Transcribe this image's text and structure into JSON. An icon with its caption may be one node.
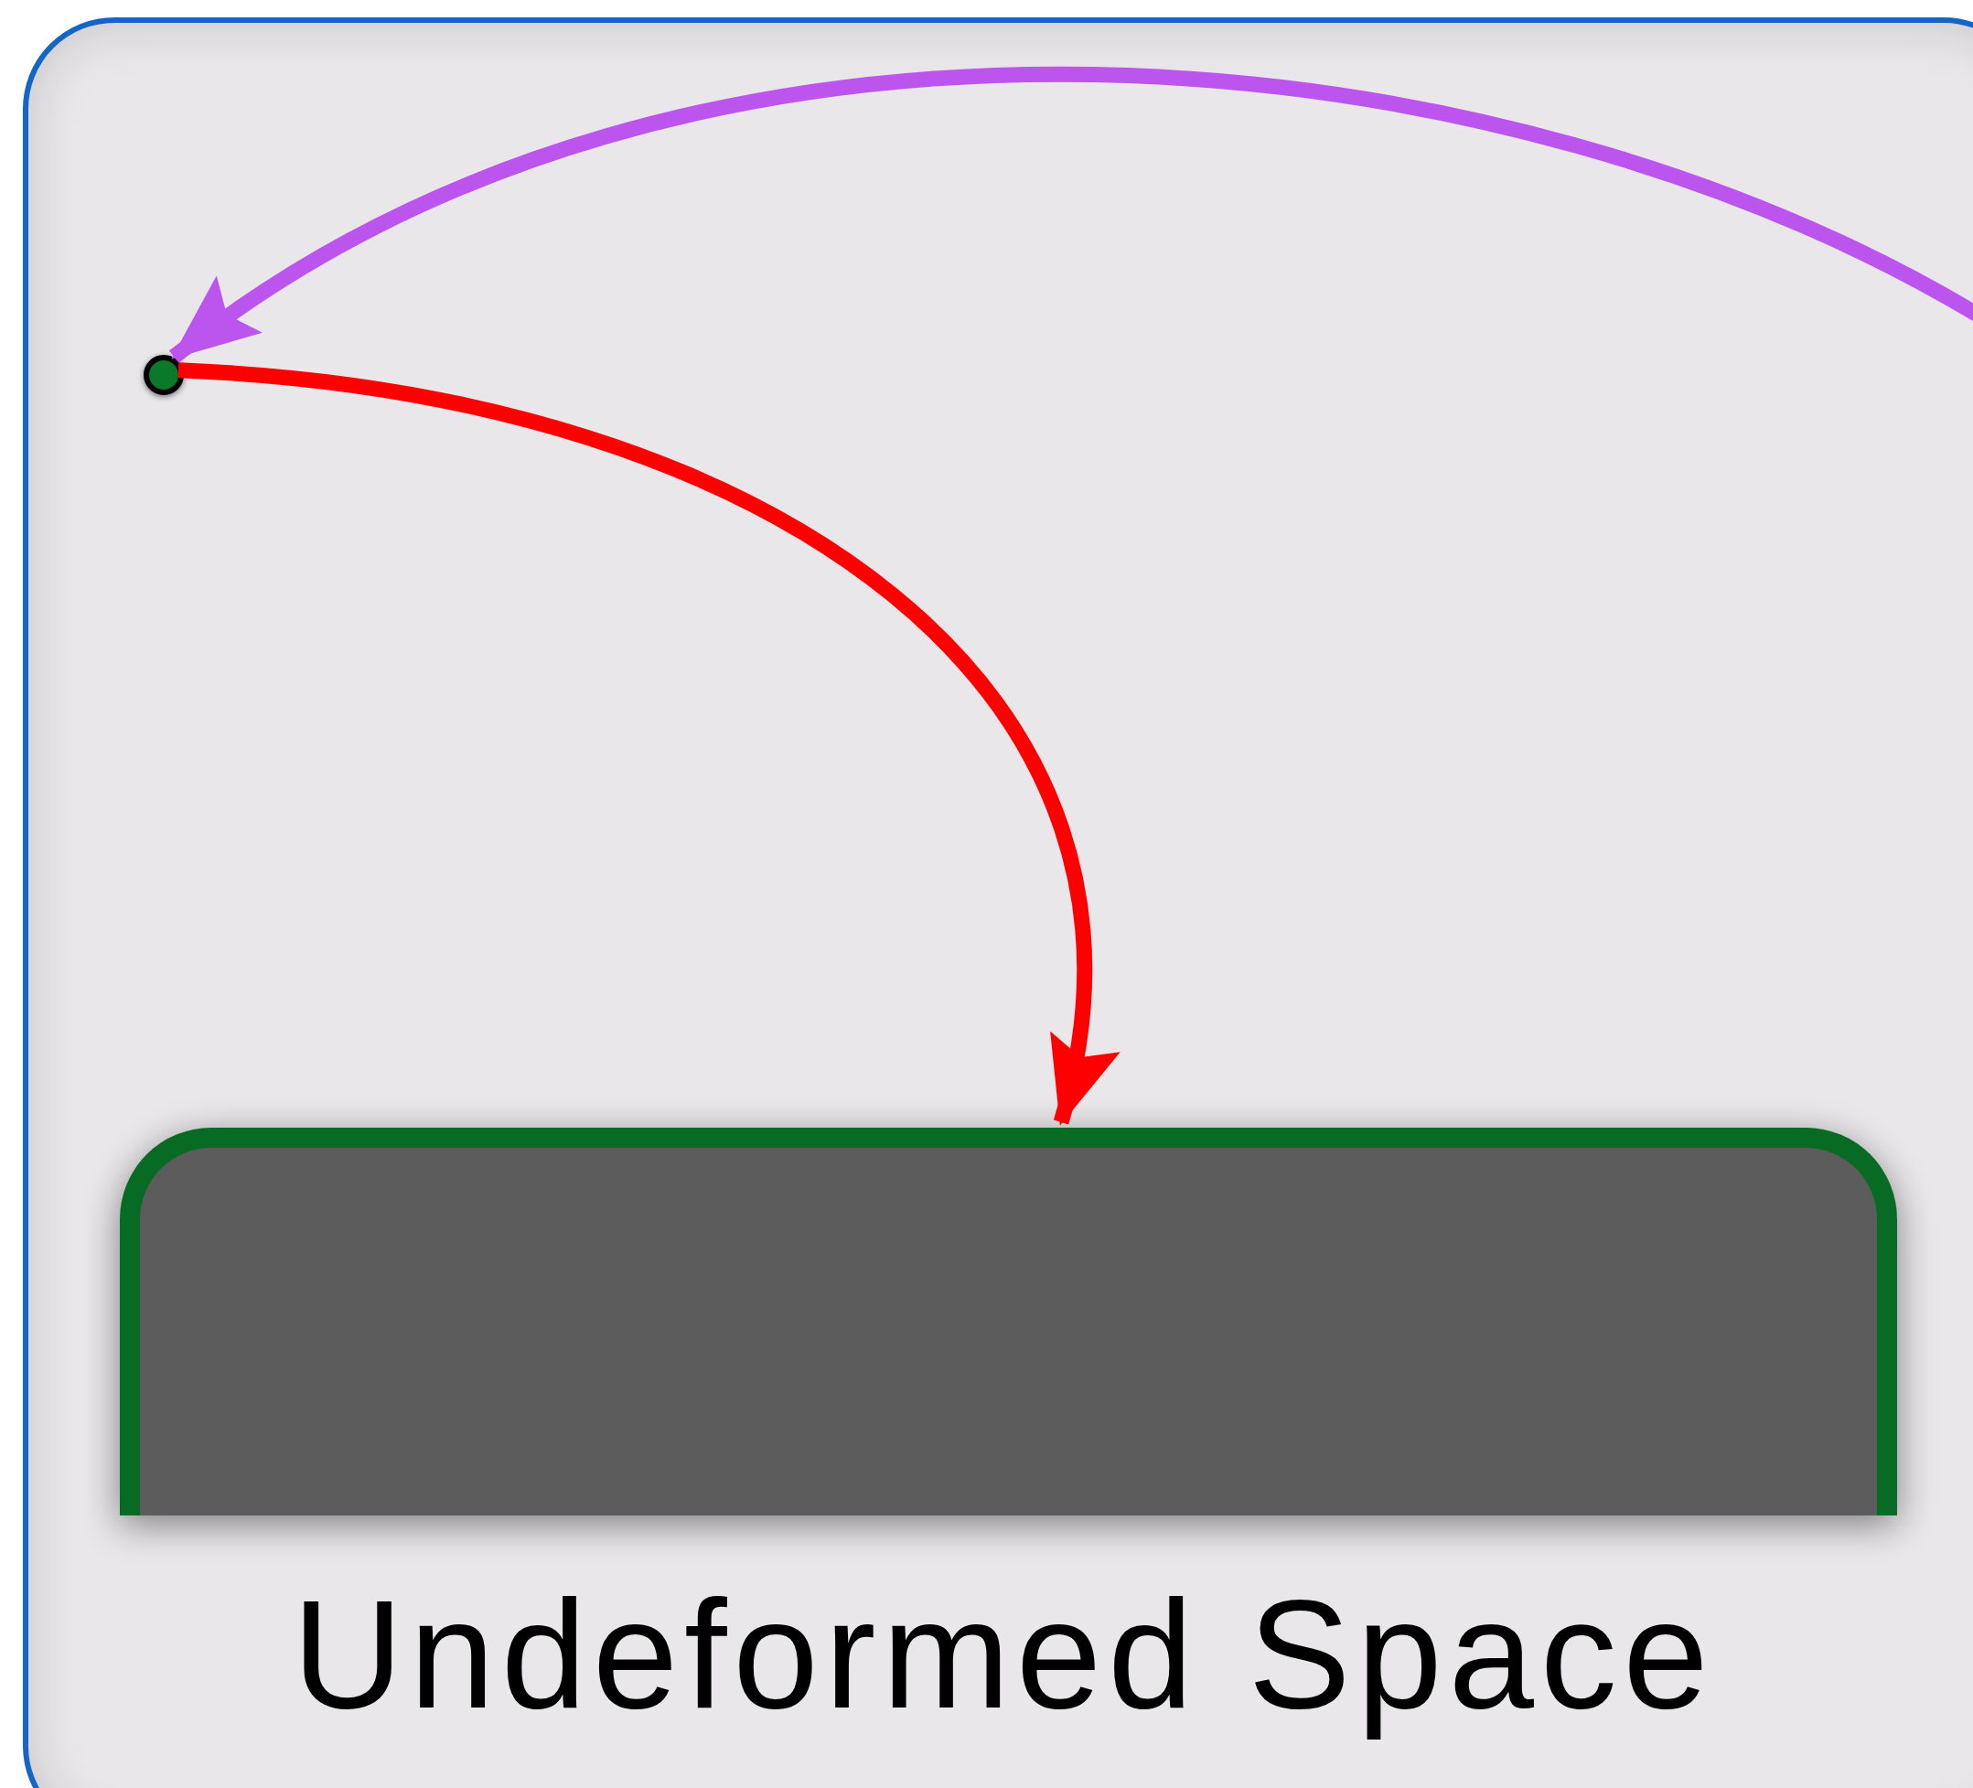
{
  "diagram": {
    "nodes": [
      {
        "text": [
          "Undeformed Space"
        ]
      },
      {
        "text": [],
        "shape": "circle",
        "in": 0
      },
      {
        "text": [],
        "shape": "box",
        "in": 0
      }
    ],
    "edges": [
      {
        "from": null,
        "to": 1,
        "arrow": "to",
        "color": "#bb55ee"
      },
      {
        "from": 1,
        "to": 2,
        "arrow": "to",
        "color": "#ff0000"
      }
    ]
  }
}
